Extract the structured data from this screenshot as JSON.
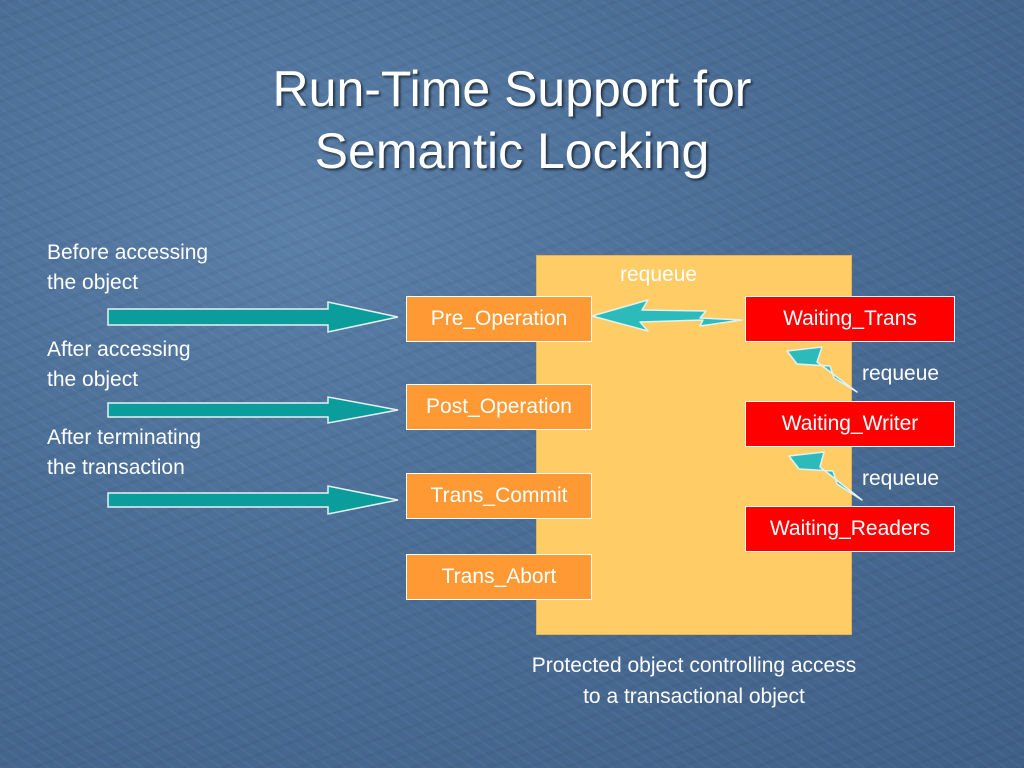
{
  "title": {
    "line1": "Run-Time Support for",
    "line2": "Semantic Locking"
  },
  "side_labels": [
    {
      "line1": "Before accessing",
      "line2": "the object"
    },
    {
      "line1": "After accessing",
      "line2": "the object"
    },
    {
      "line1": "After terminating",
      "line2": "the transaction"
    }
  ],
  "operations": [
    "Pre_Operation",
    "Post_Operation",
    "Trans_Commit",
    "Trans_Abort"
  ],
  "waiting_queues": [
    "Waiting_Trans",
    "Waiting_Writer",
    "Waiting_Readers"
  ],
  "requeue_labels": [
    "requeue",
    "requeue",
    "requeue"
  ],
  "caption": {
    "line1": "Protected object controlling access",
    "line2": "to a transactional object"
  },
  "colors": {
    "background": "#4a6d96",
    "protected_area": "#ffcc66",
    "operation_box": "#ff9933",
    "waiting_box": "#ff0000",
    "arrow": "#009999",
    "lightning": "#22b5b5"
  }
}
